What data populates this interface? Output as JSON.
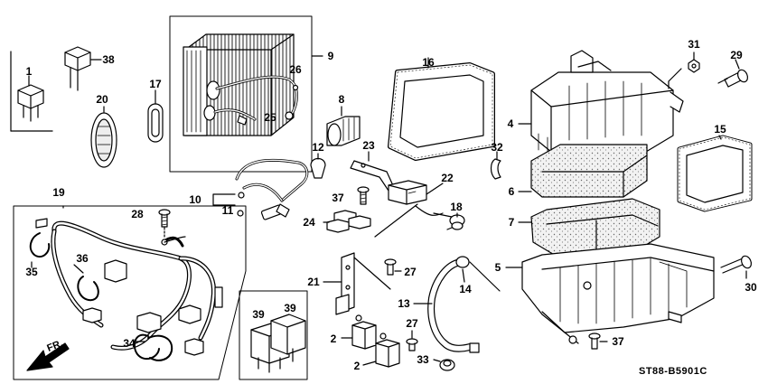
{
  "diagram": {
    "code": "ST88-B5901C",
    "front_label": "FR.",
    "callouts": [
      {
        "id": "c1",
        "label": "1"
      },
      {
        "id": "c38",
        "label": "38"
      },
      {
        "id": "c20",
        "label": "20"
      },
      {
        "id": "c17",
        "label": "17"
      },
      {
        "id": "c9",
        "label": "9"
      },
      {
        "id": "c26",
        "label": "26"
      },
      {
        "id": "c25",
        "label": "25"
      },
      {
        "id": "c8",
        "label": "8"
      },
      {
        "id": "c16",
        "label": "16"
      },
      {
        "id": "c12",
        "label": "12"
      },
      {
        "id": "c23",
        "label": "23"
      },
      {
        "id": "c22",
        "label": "22"
      },
      {
        "id": "c10",
        "label": "10"
      },
      {
        "id": "c11",
        "label": "11"
      },
      {
        "id": "c37a",
        "label": "37"
      },
      {
        "id": "c18",
        "label": "18"
      },
      {
        "id": "c19",
        "label": "19"
      },
      {
        "id": "c28",
        "label": "28"
      },
      {
        "id": "c24",
        "label": "24"
      },
      {
        "id": "c31",
        "label": "31"
      },
      {
        "id": "c29",
        "label": "29"
      },
      {
        "id": "c4",
        "label": "4"
      },
      {
        "id": "c15",
        "label": "15"
      },
      {
        "id": "c32",
        "label": "32"
      },
      {
        "id": "c6",
        "label": "6"
      },
      {
        "id": "c7",
        "label": "7"
      },
      {
        "id": "c5",
        "label": "5"
      },
      {
        "id": "c30",
        "label": "30"
      },
      {
        "id": "c35",
        "label": "35"
      },
      {
        "id": "c36",
        "label": "36"
      },
      {
        "id": "c21",
        "label": "21"
      },
      {
        "id": "c27a",
        "label": "27"
      },
      {
        "id": "c14",
        "label": "14"
      },
      {
        "id": "c13",
        "label": "13"
      },
      {
        "id": "c27b",
        "label": "27"
      },
      {
        "id": "c39a",
        "label": "39"
      },
      {
        "id": "c39b",
        "label": "39"
      },
      {
        "id": "c2a",
        "label": "2"
      },
      {
        "id": "c2b",
        "label": "2"
      },
      {
        "id": "c33",
        "label": "33"
      },
      {
        "id": "c34",
        "label": "34"
      },
      {
        "id": "c37b",
        "label": "37"
      }
    ]
  }
}
